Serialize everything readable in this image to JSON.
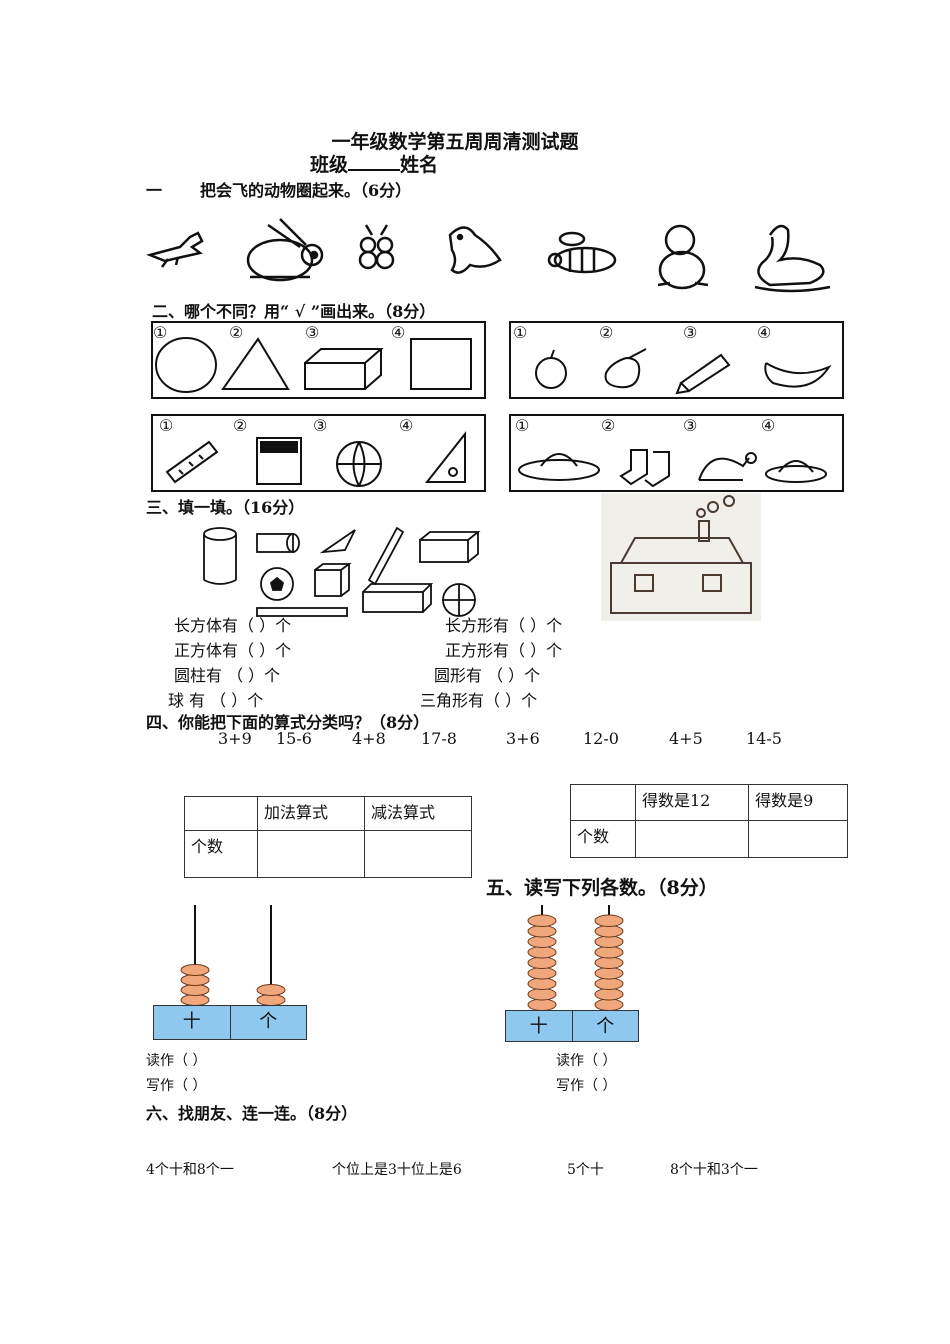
{
  "title": "一年级数学第五周周清测试题",
  "subtitle": {
    "class_label": "班级",
    "name_label": "姓名"
  },
  "section1": {
    "num": "一",
    "text": "把会飞的动物圈起来。（6分）"
  },
  "section2": {
    "heading": "二、哪个不同？用“ √ ”画出来。（8分）",
    "markers": [
      "①",
      "②",
      "③",
      "④"
    ]
  },
  "section3": {
    "heading": "三、填一填。（16分）",
    "left_lines": [
      "长方体有（    ）个",
      "正方体有（    ）个",
      "圆柱有  （    ）个",
      "球 有 （    ）个"
    ],
    "right_lines": [
      "长方形有（    ）个",
      "正方形有（    ）个",
      "圆形有  （    ）个",
      "三角形有（    ）个"
    ]
  },
  "section4": {
    "heading": "四、你能把下面的算式分类吗？（8分）",
    "expressions": [
      "3+9",
      "15-6",
      "4+8",
      "17-8",
      "3+6",
      "12-0",
      "4+5",
      "14-5"
    ],
    "table1": {
      "headers": [
        "加法算式",
        "减法算式"
      ],
      "row_label": "个数"
    },
    "table2": {
      "headers": [
        "得数是12",
        "得数是9"
      ],
      "row_label": "个数"
    }
  },
  "section5": {
    "heading": "五、读写下列各数。（8分）",
    "place_labels": [
      "十",
      "个"
    ],
    "read_label": "读作（              ）",
    "write_label": "写作（              ）",
    "abacus1": {
      "tens": 4,
      "ones": 2
    },
    "abacus2": {
      "tens": 9,
      "ones": 9
    }
  },
  "section6": {
    "heading": "六、找朋友、连一连。（8分）",
    "items": [
      "4个十和8个一",
      "个位上是3十位上是6",
      "5个十",
      "8个十和3个一"
    ]
  },
  "colors": {
    "bead": "#f0a77c",
    "bead_stroke": "#6b3a1f",
    "base": "#8ec8ef"
  }
}
